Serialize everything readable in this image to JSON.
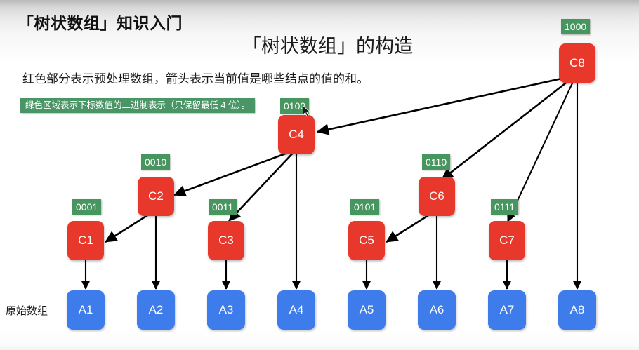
{
  "slide": {
    "title": "「树状数组」知识入门",
    "diagram_title": "「树状数组」的构造",
    "description": "红色部分表示预处理数组，箭头表示当前值是哪些结点的值的和。",
    "green_note": "绿色区域表示下标数值的二进制表示（只保留最低 4 位）。",
    "row_label": "原始数组"
  },
  "colors": {
    "red_node": "#e8382c",
    "blue_node": "#3f7ceb",
    "green_tag": "#47955f",
    "green_note": "#4a9566",
    "arrow": "#000000",
    "text": "#1a1a1a"
  },
  "tree_nodes": [
    {
      "label": "C1",
      "binary": "0001"
    },
    {
      "label": "C2",
      "binary": "0010"
    },
    {
      "label": "C3",
      "binary": "0011"
    },
    {
      "label": "C4",
      "binary": "0100"
    },
    {
      "label": "C5",
      "binary": "0101"
    },
    {
      "label": "C6",
      "binary": "0110"
    },
    {
      "label": "C7",
      "binary": "0111"
    },
    {
      "label": "C8",
      "binary": "1000"
    }
  ],
  "array_nodes": [
    {
      "label": "A1"
    },
    {
      "label": "A2"
    },
    {
      "label": "A3"
    },
    {
      "label": "A4"
    },
    {
      "label": "A5"
    },
    {
      "label": "A6"
    },
    {
      "label": "A7"
    },
    {
      "label": "A8"
    }
  ],
  "edges": [
    {
      "from": "C8",
      "to": "C4"
    },
    {
      "from": "C8",
      "to": "C6"
    },
    {
      "from": "C8",
      "to": "C7"
    },
    {
      "from": "C8",
      "to": "A8"
    },
    {
      "from": "C4",
      "to": "C2"
    },
    {
      "from": "C4",
      "to": "C3"
    },
    {
      "from": "C4",
      "to": "A4"
    },
    {
      "from": "C2",
      "to": "C1"
    },
    {
      "from": "C2",
      "to": "A2"
    },
    {
      "from": "C6",
      "to": "C5"
    },
    {
      "from": "C6",
      "to": "A6"
    },
    {
      "from": "C1",
      "to": "A1"
    },
    {
      "from": "C3",
      "to": "A3"
    },
    {
      "from": "C5",
      "to": "A5"
    },
    {
      "from": "C7",
      "to": "A7"
    }
  ]
}
